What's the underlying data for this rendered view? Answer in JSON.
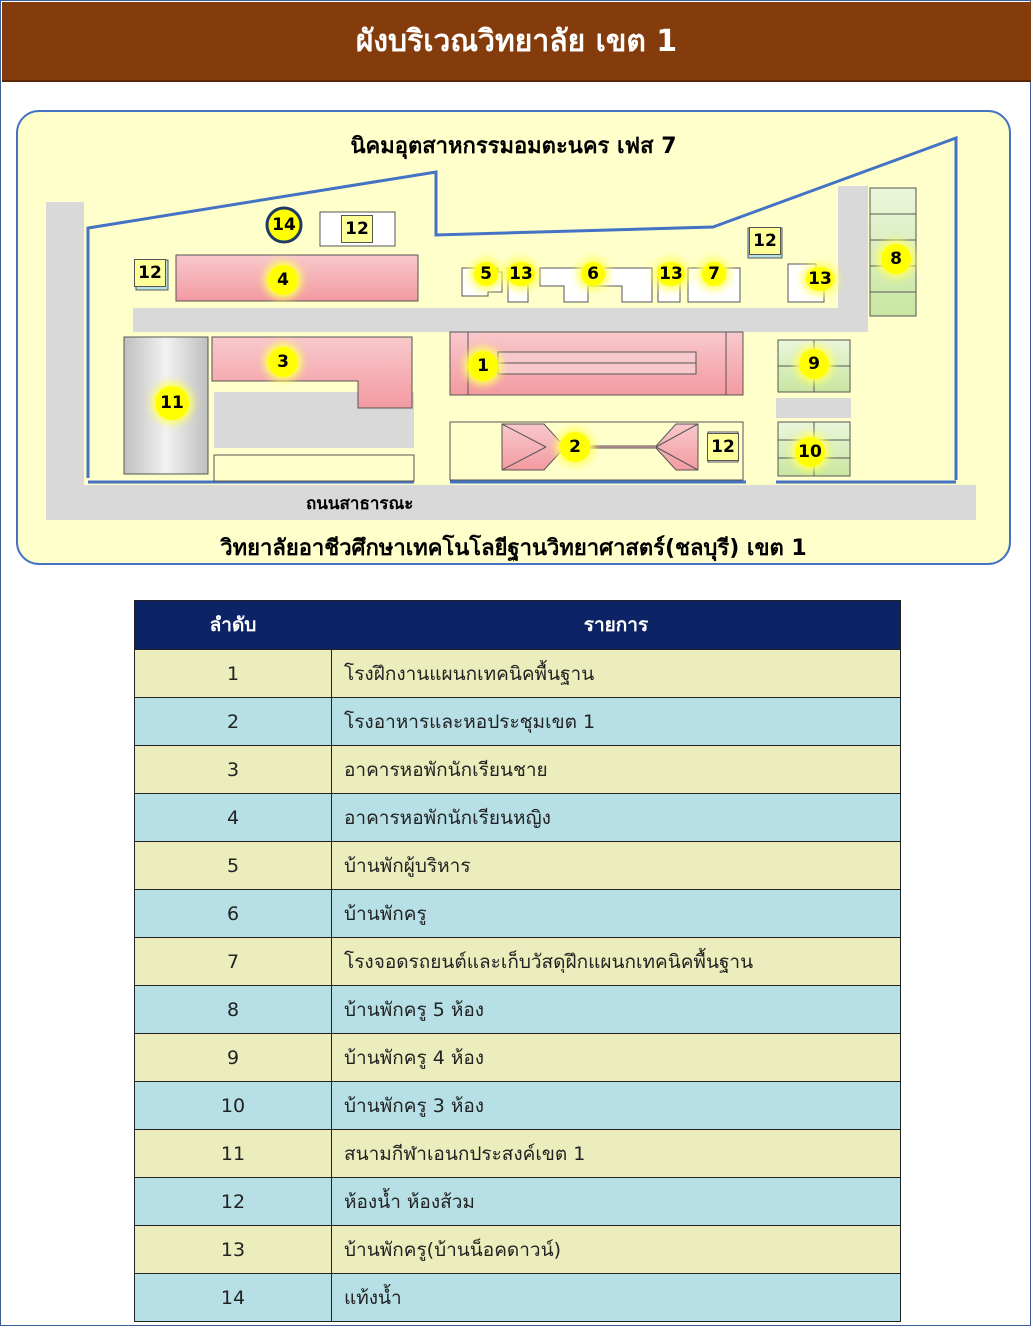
{
  "header": {
    "title": "ผังบริเวณวิทยาลัย เขต 1"
  },
  "map": {
    "top_label": "นิคมอุตสาหกรรมอมตะนคร เฟส 7",
    "road_label": "ถนนสาธารณะ",
    "bottom_label": "วิทยาลัยอาชีวศึกษาเทคโนโลยีฐานวิทยาศาสตร์(ชลบุรี)  เขต 1",
    "markers": {
      "m1": "1",
      "m2": "2",
      "m3": "3",
      "m4": "4",
      "m5": "5",
      "m6": "6",
      "m7": "7",
      "m8": "8",
      "m9": "9",
      "m10": "10",
      "m11": "11",
      "m14": "14",
      "m12a": "12",
      "m12b": "12",
      "m12c": "12",
      "m12d": "12",
      "m13a": "13",
      "m13b": "13",
      "m13c": "13"
    },
    "colors": {
      "background": "#ffffcc",
      "border": "#4472c4",
      "building": "#f4a7ad",
      "road": "#d9d9d9",
      "green": "#d7eeb5",
      "marker": "#ffff00"
    }
  },
  "table": {
    "headers": {
      "index": "ลำดับ",
      "name": "รายการ"
    },
    "rows": [
      {
        "index": "1",
        "name": "โรงฝึกงานแผนกเทคนิคพื้นฐาน"
      },
      {
        "index": "2",
        "name": "โรงอาหารและหอประชุมเขต 1"
      },
      {
        "index": "3",
        "name": "อาคารหอพักนักเรียนชาย"
      },
      {
        "index": "4",
        "name": "อาคารหอพักนักเรียนหญิง"
      },
      {
        "index": "5",
        "name": "บ้านพักผู้บริหาร"
      },
      {
        "index": "6",
        "name": "บ้านพักครู"
      },
      {
        "index": "7",
        "name": "โรงจอดรถยนต์และเก็บวัสดุฝึกแผนกเทคนิคพื้นฐาน"
      },
      {
        "index": "8",
        "name": "บ้านพักครู 5 ห้อง"
      },
      {
        "index": "9",
        "name": "บ้านพักครู 4 ห้อง"
      },
      {
        "index": "10",
        "name": "บ้านพักครู 3 ห้อง"
      },
      {
        "index": "11",
        "name": "สนามกีฬาเอนกประสงค์เขต 1"
      },
      {
        "index": "12",
        "name": "ห้องน้ำ ห้องส้วม"
      },
      {
        "index": "13",
        "name": "บ้านพักครู(บ้านน็อคดาวน์)"
      },
      {
        "index": "14",
        "name": "แท้งน้ำ"
      }
    ]
  }
}
